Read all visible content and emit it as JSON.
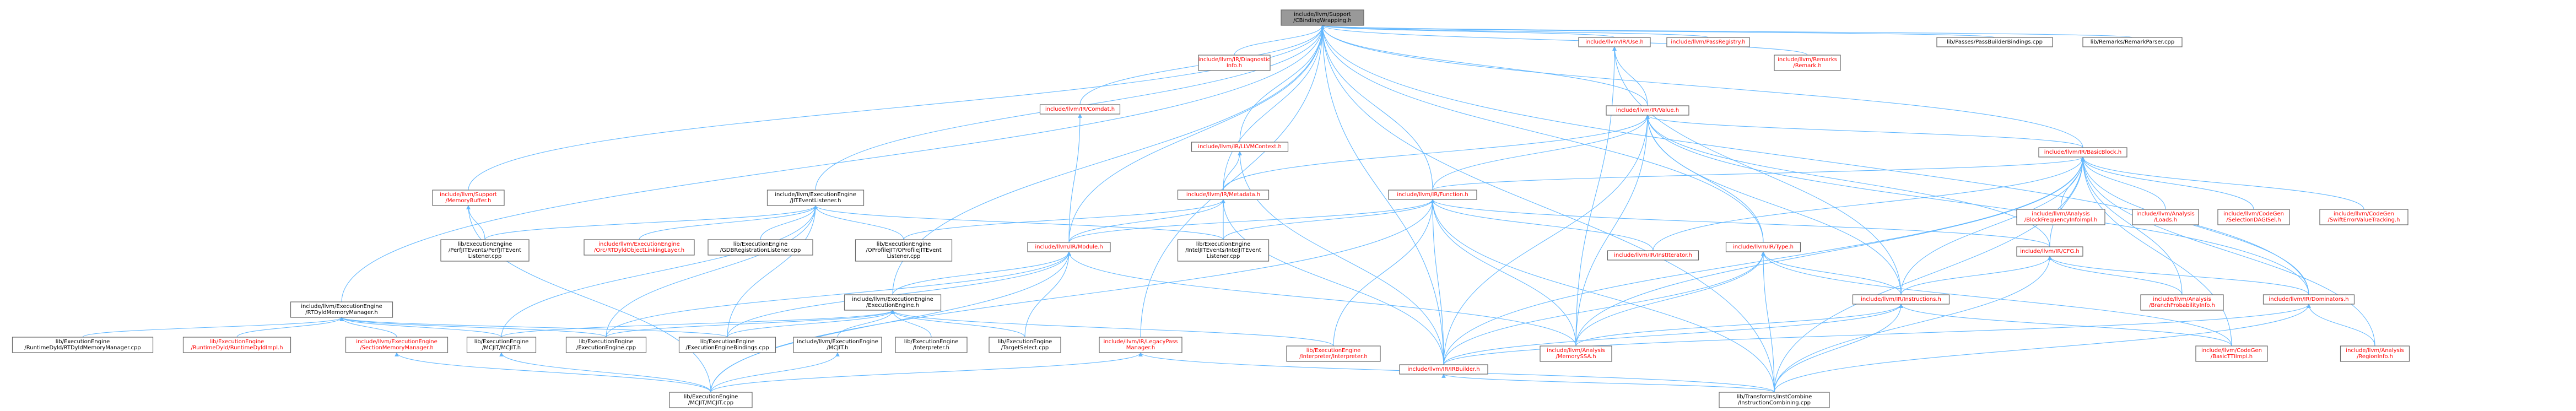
{
  "colors": {
    "edge": "#63b8ff",
    "root_fill": "#999999",
    "node_border": "#666666",
    "link_red": "#ff0000"
  },
  "nodes": [
    {
      "id": "root",
      "lines": [
        "include/llvm/Support",
        "/CBindingWrapping.h"
      ],
      "root": true
    },
    {
      "id": "ir_diag",
      "lines": [
        "include/llvm/IR/Diagnostic",
        "Info.h"
      ],
      "red": true
    },
    {
      "id": "ir_use",
      "lines": [
        "include/llvm/IR/Use.h"
      ],
      "red": true
    },
    {
      "id": "ir_passreg",
      "lines": [
        "include/llvm/PassRegistry.h"
      ],
      "red": true
    },
    {
      "id": "ir_remarks",
      "lines": [
        "include/llvm/Remarks",
        "/Remark.h"
      ],
      "red": true
    },
    {
      "id": "pb_bind",
      "lines": [
        "lib/Passes/PassBuilderBindings.cpp"
      ]
    },
    {
      "id": "rm_parser",
      "lines": [
        "lib/Remarks/RemarkParser.cpp"
      ]
    },
    {
      "id": "ir_comdat",
      "lines": [
        "include/llvm/IR/Comdat.h"
      ],
      "red": true
    },
    {
      "id": "ir_value",
      "lines": [
        "include/llvm/IR/Value.h"
      ],
      "red": true
    },
    {
      "id": "ir_llvmctx",
      "lines": [
        "include/llvm/IR/LLVMContext.h"
      ],
      "red": true
    },
    {
      "id": "ir_bb",
      "lines": [
        "include/llvm/IR/BasicBlock.h"
      ],
      "red": true
    },
    {
      "id": "sup_membuf",
      "lines": [
        "include/llvm/Support",
        "/MemoryBuffer.h"
      ],
      "red": true
    },
    {
      "id": "ee_jitel",
      "lines": [
        "include/llvm/ExecutionEngine",
        "/JITEventListener.h"
      ]
    },
    {
      "id": "ir_metadata",
      "lines": [
        "include/llvm/IR/Metadata.h"
      ],
      "red": true
    },
    {
      "id": "ir_function",
      "lines": [
        "include/llvm/IR/Function.h"
      ],
      "red": true
    },
    {
      "id": "an_bfi",
      "lines": [
        "include/llvm/Analysis",
        "/BlockFrequencyInfoImpl.h"
      ],
      "red": true
    },
    {
      "id": "an_loads",
      "lines": [
        "include/llvm/Analysis",
        "/Loads.h"
      ],
      "red": true
    },
    {
      "id": "cg_seldag",
      "lines": [
        "include/llvm/CodeGen",
        "/SelectionDAGISel.h"
      ],
      "red": true
    },
    {
      "id": "cg_swifterr",
      "lines": [
        "include/llvm/CodeGen",
        "/SwiftErrorValueTracking.h"
      ],
      "red": true
    },
    {
      "id": "ee_perfjit",
      "lines": [
        "lib/ExecutionEngine",
        "/PerfJITEvents/PerfJITEvent",
        "Listener.cpp"
      ]
    },
    {
      "id": "ee_orcrtdyld",
      "lines": [
        "include/llvm/ExecutionEngine",
        "/Orc/RTDyldObjectLinkingLayer.h"
      ],
      "red": true
    },
    {
      "id": "ee_gdbreg",
      "lines": [
        "lib/ExecutionEngine",
        "/GDBRegistrationListener.cpp"
      ]
    },
    {
      "id": "ee_oprofile",
      "lines": [
        "lib/ExecutionEngine",
        "/OProfileJIT/OProfileJITEvent",
        "Listener.cpp"
      ]
    },
    {
      "id": "ir_module",
      "lines": [
        "include/llvm/IR/Module.h"
      ],
      "red": true
    },
    {
      "id": "ee_intel",
      "lines": [
        "lib/ExecutionEngine",
        "/IntelJITEvents/IntelJITEvent",
        "Listener.cpp"
      ]
    },
    {
      "id": "ir_institer",
      "lines": [
        "include/llvm/IR/InstIterator.h"
      ],
      "red": true
    },
    {
      "id": "ir_type",
      "lines": [
        "include/llvm/IR/Type.h"
      ],
      "red": true
    },
    {
      "id": "ir_cfg",
      "lines": [
        "include/llvm/IR/CFG.h"
      ],
      "red": true
    },
    {
      "id": "ee_rtdyldmm",
      "lines": [
        "include/llvm/ExecutionEngine",
        "/RTDyldMemoryManager.h"
      ]
    },
    {
      "id": "ee_ee",
      "lines": [
        "include/llvm/ExecutionEngine",
        "/ExecutionEngine.h"
      ]
    },
    {
      "id": "ir_instructions",
      "lines": [
        "include/llvm/IR/Instructions.h"
      ],
      "red": true
    },
    {
      "id": "an_bpi",
      "lines": [
        "include/llvm/Analysis",
        "/BranchProbabilityInfo.h"
      ],
      "red": true
    },
    {
      "id": "ir_dominators",
      "lines": [
        "include/llvm/IR/Dominators.h"
      ],
      "red": true
    },
    {
      "id": "ee_rtdyldmm_cpp",
      "lines": [
        "lib/ExecutionEngine",
        "/RuntimeDyld/RTDyldMemoryManager.cpp"
      ]
    },
    {
      "id": "ee_rtdyldimpl",
      "lines": [
        "lib/ExecutionEngine",
        "/RuntimeDyld/RuntimeDyldImpl.h"
      ],
      "red": true
    },
    {
      "id": "ee_secmm",
      "lines": [
        "include/llvm/ExecutionEngine",
        "/SectionMemoryManager.h"
      ],
      "red": true
    },
    {
      "id": "ee_mcjit_h",
      "lines": [
        "lib/ExecutionEngine",
        "/MCJIT/MCJIT.h"
      ]
    },
    {
      "id": "ee_ee_cpp",
      "lines": [
        "lib/ExecutionEngine",
        "/ExecutionEngine.cpp"
      ]
    },
    {
      "id": "ee_eebind",
      "lines": [
        "lib/ExecutionEngine",
        "/ExecutionEngineBindings.cpp"
      ]
    },
    {
      "id": "ee_mcjit_inc",
      "lines": [
        "include/llvm/ExecutionEngine",
        "/MCJIT.h"
      ]
    },
    {
      "id": "ee_interp_h",
      "lines": [
        "lib/ExecutionEngine",
        "/Interpreter.h"
      ]
    },
    {
      "id": "ee_targetsel",
      "lines": [
        "lib/ExecutionEngine",
        "/TargetSelect.cpp"
      ]
    },
    {
      "id": "ir_legacypm",
      "lines": [
        "include/llvm/IR/LegacyPass",
        "Manager.h"
      ],
      "red": true
    },
    {
      "id": "ee_interp_interp",
      "lines": [
        "lib/ExecutionEngine",
        "/Interpreter/Interpreter.h"
      ],
      "red": true
    },
    {
      "id": "ir_irbuilder",
      "lines": [
        "include/llvm/IR/IRBuilder.h"
      ],
      "red": true
    },
    {
      "id": "an_memssa",
      "lines": [
        "include/llvm/Analysis",
        "/MemorySSA.h"
      ],
      "red": true
    },
    {
      "id": "cg_basictti",
      "lines": [
        "include/llvm/CodeGen",
        "/BasicTTIImpl.h"
      ],
      "red": true
    },
    {
      "id": "an_regioninfo",
      "lines": [
        "include/llvm/Analysis",
        "/RegionInfo.h"
      ],
      "red": true
    },
    {
      "id": "ee_mcjit_cpp",
      "lines": [
        "lib/ExecutionEngine",
        "/MCJIT/MCJIT.cpp"
      ]
    },
    {
      "id": "tr_instcomb",
      "lines": [
        "lib/Transforms/InstCombine",
        "/InstructionCombining.cpp"
      ]
    }
  ]
}
